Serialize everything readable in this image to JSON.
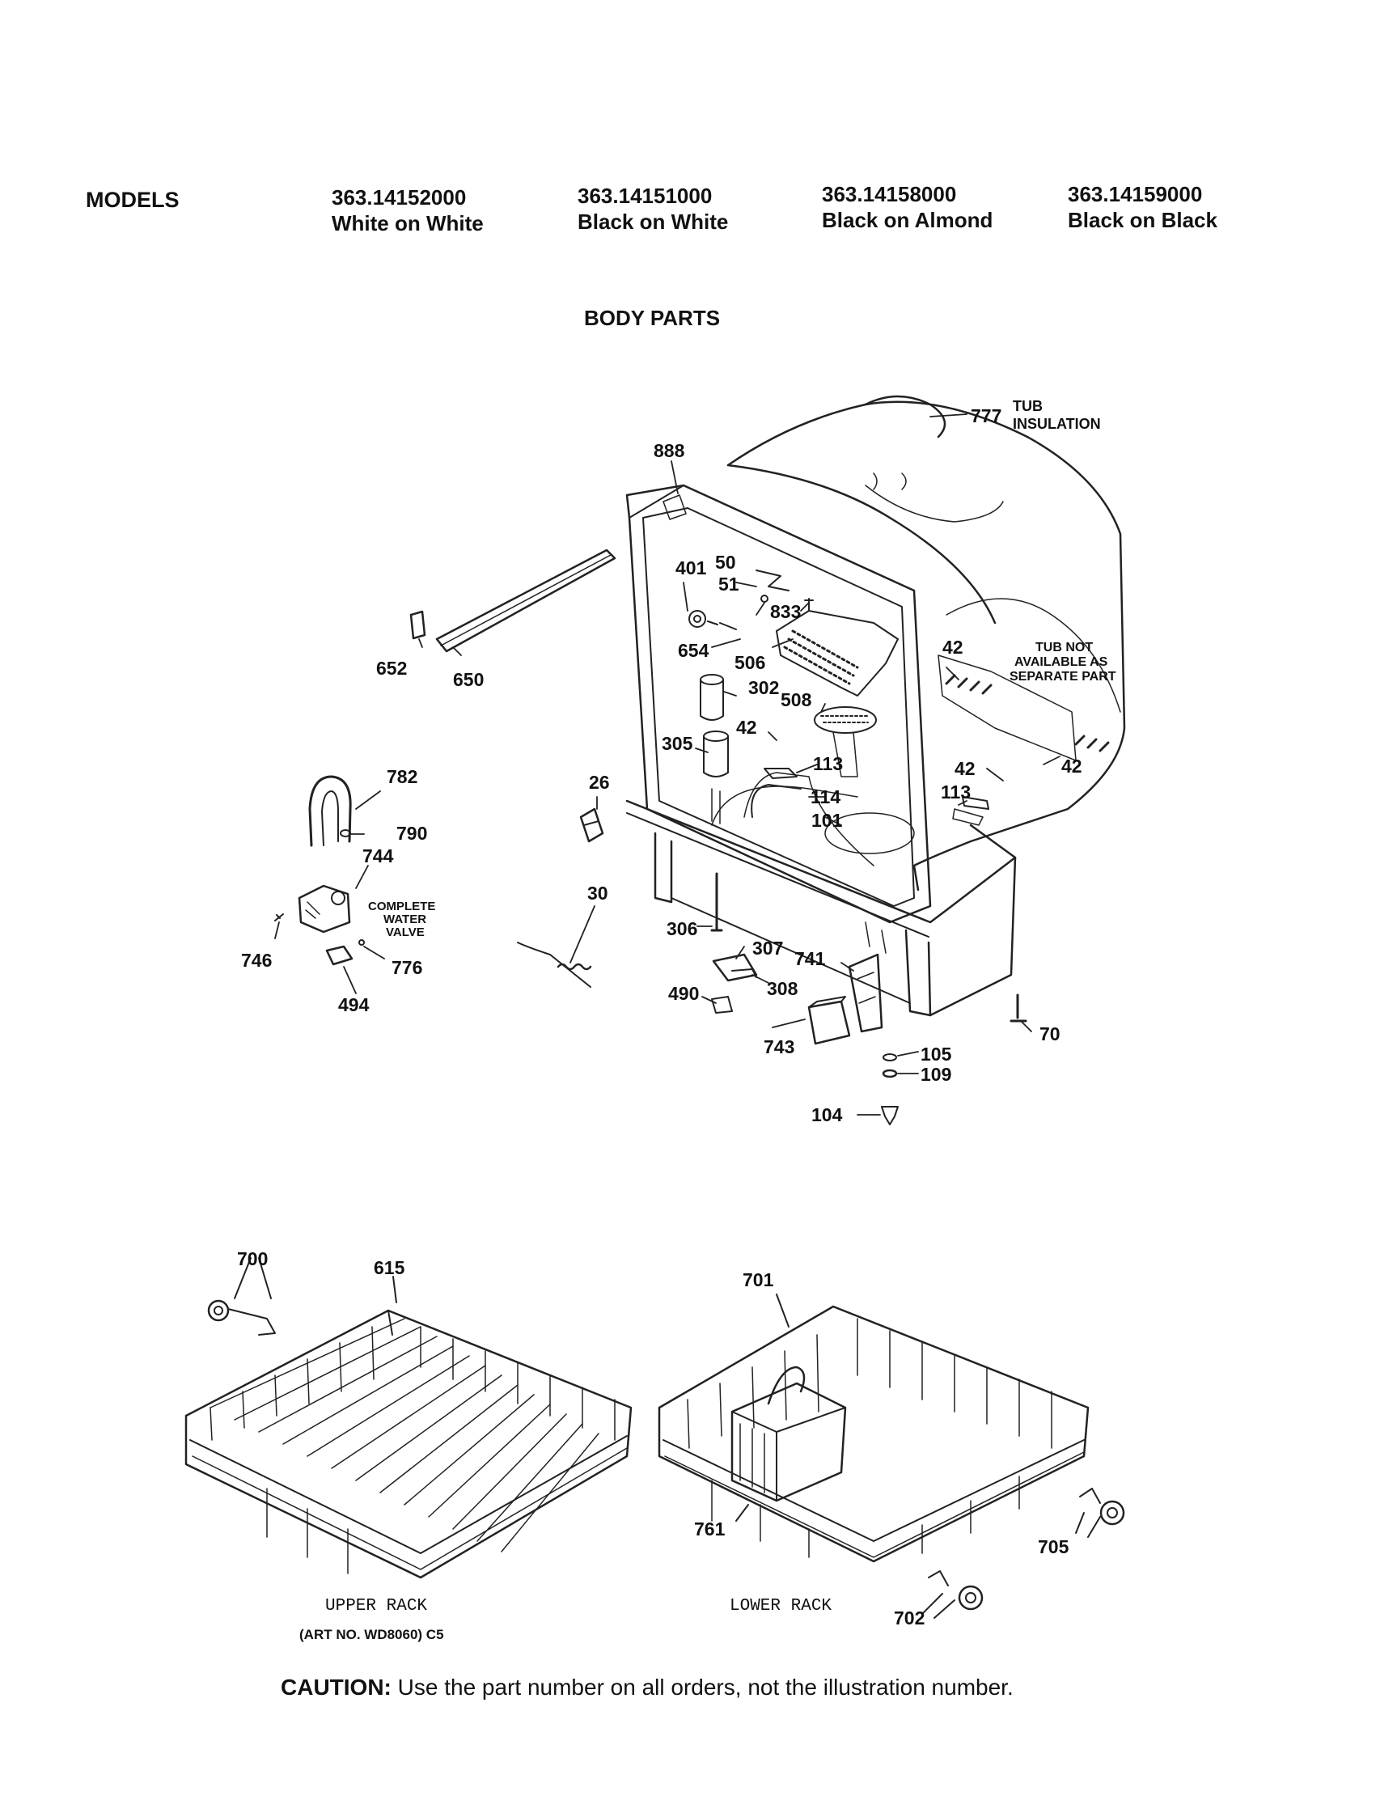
{
  "header": {
    "models_label": "MODELS",
    "models": [
      {
        "code": "363.14152000",
        "color": "White on White"
      },
      {
        "code": "363.14151000",
        "color": "Black on White"
      },
      {
        "code": "363.14158000",
        "color": "Black on Almond"
      },
      {
        "code": "363.14159000",
        "color": "Black on Black"
      }
    ]
  },
  "title": "BODY PARTS",
  "callouts": {
    "c777": "777",
    "tub": "TUB",
    "insulation": "INSULATION",
    "c888": "888",
    "c401": "401",
    "c50": "50",
    "c51": "51",
    "c833": "833",
    "c654": "654",
    "c506": "506",
    "c302": "302",
    "c508": "508",
    "c42a": "42",
    "c42b": "42",
    "c42c": "42",
    "c42d": "42",
    "tub_not_1": "TUB NOT",
    "tub_not_2": "AVAILABLE AS",
    "tub_not_3": "SEPARATE PART",
    "c305": "305",
    "c113a": "113",
    "c113b": "113",
    "c114": "114",
    "c101": "101",
    "c652": "652",
    "c650": "650",
    "c782": "782",
    "c790": "790",
    "c744": "744",
    "cwv_1": "COMPLETE",
    "cwv_2": "WATER",
    "cwv_3": "VALVE",
    "c746": "746",
    "c776": "776",
    "c494": "494",
    "c26": "26",
    "c30": "30",
    "c306": "306",
    "c307": "307",
    "c741": "741",
    "c308": "308",
    "c490": "490",
    "c743": "743",
    "c70": "70",
    "c105": "105",
    "c109": "109",
    "c104": "104",
    "c700": "700",
    "c615": "615",
    "c701": "701",
    "c761": "761",
    "c705": "705",
    "c702": "702"
  },
  "racks": {
    "upper": "UPPER RACK",
    "art_no": "(ART NO. WD8060) C5",
    "lower": "LOWER RACK"
  },
  "caution": {
    "label": "CAUTION:",
    "text": "Use the part number on all orders, not the illustration number."
  }
}
